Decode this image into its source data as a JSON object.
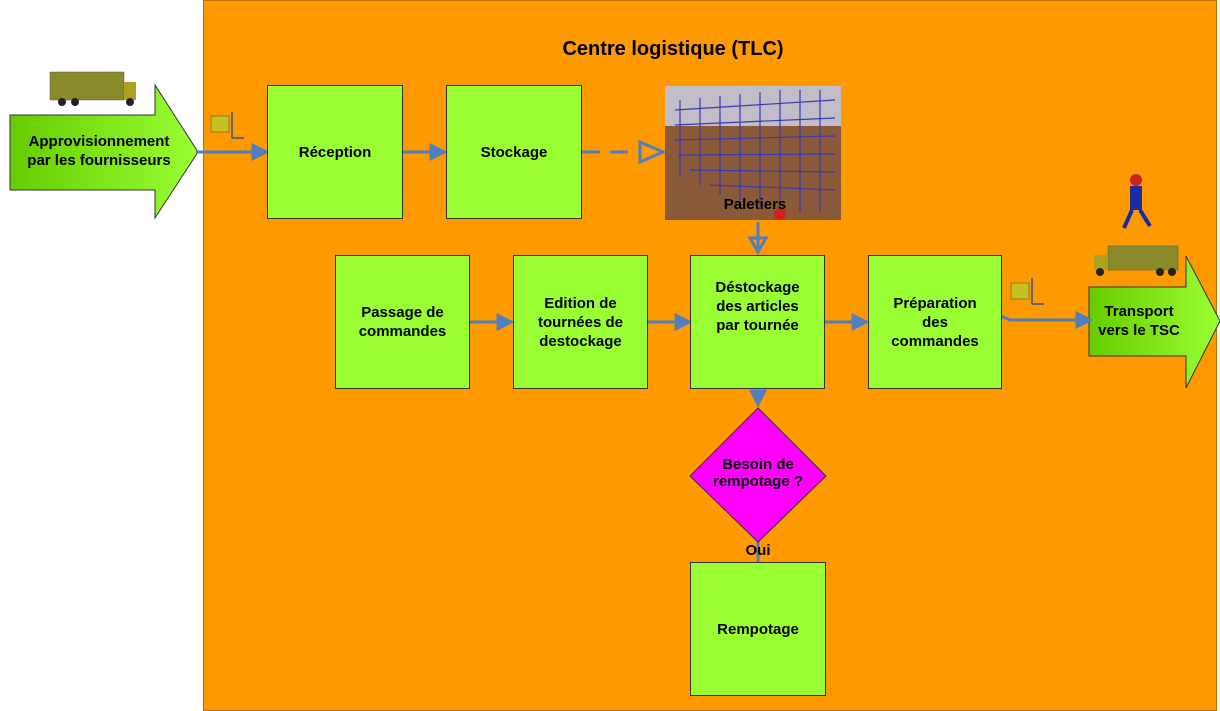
{
  "diagram": {
    "title": "Centre logistique (TLC)",
    "input_arrow": "Approvisionnement\npar les fournisseurs",
    "output_arrow": "Transport\nvers le TSC",
    "boxes": {
      "reception": "Réception",
      "stockage": "Stockage",
      "passage": "Passage de\ncommandes",
      "edition": "Edition de\ntournées de\ndestockage",
      "destockage": "Déstockage\ndes articles\npar tournée",
      "preparation": "Préparation\ndes\ncommandes",
      "rempotage": "Rempotage"
    },
    "paletiers_label": "Paletiers",
    "decision": "Besoin de\nrempotage ?",
    "yes_label": "Oui"
  },
  "colors": {
    "center_bg": "#ff9900",
    "box_fill": "#99ff33",
    "decision_fill": "#ff00ff",
    "connector": "#4f7fbf",
    "storage_bg": "#8a5a3a"
  },
  "icons": [
    "truck-icon",
    "forklift-icon",
    "worker-icon",
    "storage-racks-image"
  ]
}
